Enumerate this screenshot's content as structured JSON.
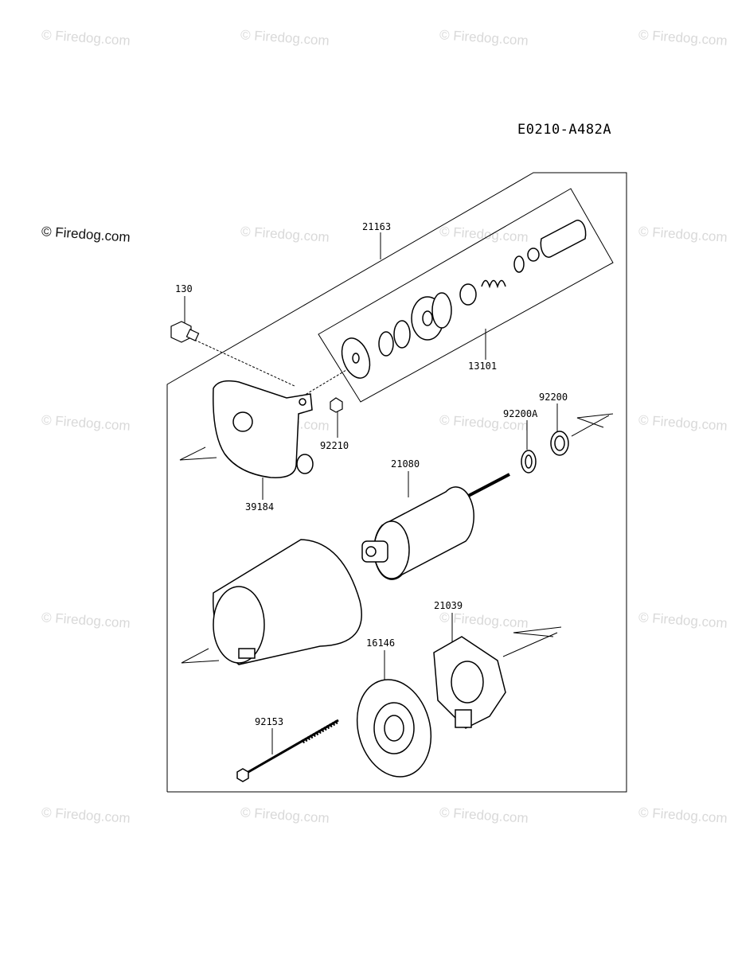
{
  "watermarks": {
    "faint": "© Firedog.com",
    "dark": "© Firedog.com"
  },
  "diagram_code": "E0210-A482A",
  "parts": {
    "p130": "130",
    "p21163": "21163",
    "p13101": "13101",
    "p92210": "92210",
    "p39184": "39184",
    "p92200": "92200",
    "p92200A": "92200A",
    "p21080": "21080",
    "p21039": "21039",
    "p16146": "16146",
    "p92153": "92153"
  },
  "colors": {
    "line": "#000000",
    "watermark": "#d9d9d9"
  }
}
